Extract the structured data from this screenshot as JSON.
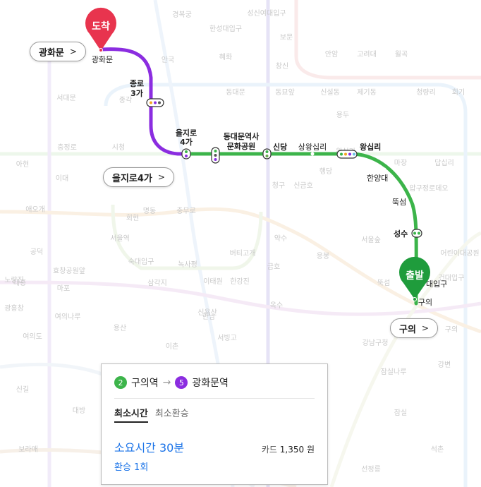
{
  "map": {
    "bg_labels": [
      "경복궁",
      "안국",
      "종각",
      "시청",
      "서대문",
      "충정로",
      "아현",
      "이대",
      "애오개",
      "공덕",
      "마포",
      "여의나루",
      "여의도",
      "신길",
      "대방",
      "보라매",
      "노량진",
      "명동",
      "충무로",
      "회현",
      "서울역",
      "숙대입구",
      "삼각지",
      "용산",
      "이촌",
      "서빙고",
      "한남",
      "옥수",
      "약수",
      "금호",
      "응봉",
      "뚝섬",
      "서울숲",
      "압구정로데오",
      "강남구청",
      "잠실나루",
      "잠실",
      "강변",
      "구의",
      "건대입구",
      "혜화",
      "한성대입구",
      "성신여대입구",
      "보문",
      "안암",
      "고려대",
      "월곡",
      "신설동",
      "용두",
      "제기동",
      "청량리",
      "회기",
      "답십리",
      "마장",
      "동묘앞",
      "동대문",
      "창신",
      "청구",
      "신금호",
      "행당",
      "어린이대공원",
      "왕십리",
      "버티고개",
      "녹사평",
      "이태원",
      "한강진",
      "신용산",
      "효창공원앞",
      "대흥",
      "광흥창",
      "선정릉",
      "석촌"
    ],
    "route_labels": {
      "dest": "광화문",
      "jongno": [
        "종로",
        "3가"
      ],
      "euljiro": [
        "을지로",
        "4가"
      ],
      "ddp": [
        "동대문역사",
        "문화공원"
      ],
      "sindang": "신당",
      "sangwang": "상왕십리",
      "wangsimni": "왕십리",
      "hanyang": "한양대",
      "ttukseom": "뚝섬",
      "seongsu": "성수",
      "konkuk": "대입구",
      "guui": "구의"
    },
    "markers": {
      "arrival": "도착",
      "departure": "출발"
    },
    "colors": {
      "line5": "#8b2de0",
      "line2": "#3cb44a",
      "arrival": "#e8344e",
      "departure": "#1f9c3c"
    }
  },
  "callouts": {
    "gwanghwamun": "광화문",
    "euljiro4ga": "을지로4가",
    "guui": "구의",
    "chevron": ">"
  },
  "card": {
    "from_line": "2",
    "from_station": "구의역",
    "arrow": "→",
    "to_line": "5",
    "to_station": "광화문역",
    "tabs": [
      "최소시간",
      "최소환승"
    ],
    "active_tab": "최소시간",
    "duration": "소요시간 30분",
    "fare_label": "카드",
    "fare_value": "1,350 원",
    "transfers": "환승 1회",
    "colors": {
      "line2": "#3cb44a",
      "line5": "#8b2de0"
    }
  }
}
